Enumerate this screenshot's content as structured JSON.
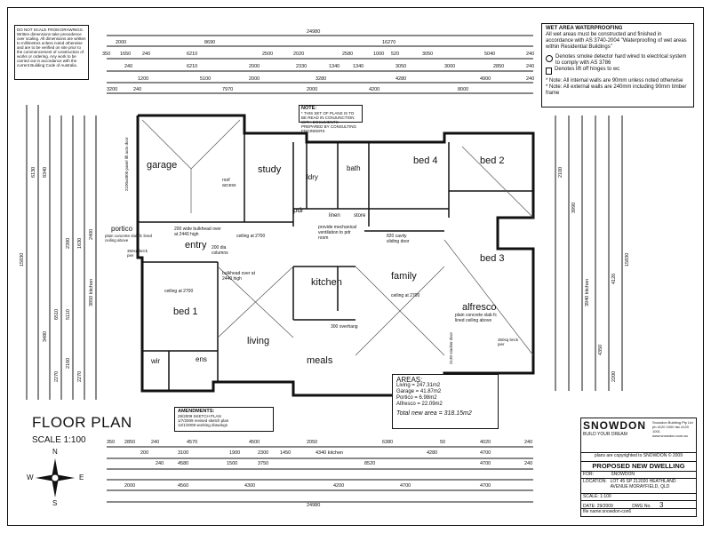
{
  "drawing": {
    "title": "FLOOR PLAN",
    "scale": "SCALE 1:100"
  },
  "disclaimer": "DO NOT SCALE FROM DRAWINGS. Written dimensions take precedence over scaling. All dimensions are written to millimetres unless noted otherwise and are to be verified on site prior to the commencement of construction of works or ordering. Any work to be carried out in accordance with the current Building Code of Australia.",
  "wet_area": {
    "heading": "WET AREA WATERPROOFING",
    "text": "All wet areas must be constructed and finished in accordance with AS 3740-2004 \"Waterproofing of wet areas within Residential Buildings\"",
    "legend": [
      "Denotes smoke detector hard wired to electrical system to comply with AS 3786",
      "Denotes lift off hinges to wc"
    ],
    "notes": [
      "* Note: All internal walls are 90mm unless noted otherwise",
      "* Note: All external walls are 240mm including 90mm timber frame"
    ]
  },
  "note_box": {
    "heading": "NOTE:",
    "text": "* THIS SET OF PLANS IS TO BE READ IN CONJUNCTION WITH DOCUMENTS PREPARED BY CONSULTING ENGINEERS"
  },
  "amendments": {
    "heading": "AMENDMENTS:",
    "lines": [
      "29/2009 SKETCH PLAN",
      "1/7/2009 revised sketch plan",
      "12/1/2009 working drawings"
    ]
  },
  "areas": {
    "heading": "AREAS:",
    "lines": [
      "Living = 247.31m2",
      "Garage = 41.87m2",
      "Portico = 6.98m2",
      "Alfresco = 22.09m2"
    ],
    "total": "Total new area = 318.15m2"
  },
  "rooms": {
    "garage": "garage",
    "study": "study",
    "ldry": "ldry",
    "bath": "bath",
    "bed4": "bed 4",
    "bed2": "bed 2",
    "bed3": "bed 3",
    "pdr": "pdr",
    "linen": "linen",
    "store": "store",
    "portico": "portico",
    "entry": "entry",
    "bed1": "bed 1",
    "wir": "wir",
    "ens": "ens",
    "living": "living",
    "kitchen": "kitchen",
    "family": "family",
    "alfresco": "alfresco",
    "meals": "meals"
  },
  "annotations": {
    "garage_ceiling": "2100x4800 panel lift auto door",
    "roof_access": "roof access",
    "portico_slab": "plain concrete slab fc lined ceiling above",
    "brick_pier": "350sq brick pier",
    "bulkhead_entry": "200 wide bulkhead over at 2440 high",
    "ceiling_2700": "ceiling at 2700",
    "cols": "200 dia columns",
    "bulkhead_living": "bulkhead over at 2440 high",
    "provide_vent": "provide mechanical ventilation to pdr room",
    "cavity_slider": "820 cavity sliding door",
    "alfresco_slab": "plain concrete slab fc lined ceiling above",
    "overhang": "300 overhang",
    "ceiling_family": "ceiling at 2700",
    "ceiling_bed1": "ceiling at 2700",
    "garage_door": "2130 stacker door",
    "brick_pier2": "350sq brick pier"
  },
  "top_dims": {
    "overall": "24980",
    "row1": [
      "2000",
      "8690",
      "16270"
    ],
    "row2": [
      "350",
      "1650",
      "240",
      "6210",
      "2500",
      "2020",
      "2580",
      "1000",
      "520",
      "3050",
      "5040",
      "240"
    ],
    "row3": [
      "240",
      "6210",
      "2000",
      "2330",
      "1340",
      "1340",
      "3050",
      "3000",
      "2850",
      "240"
    ],
    "row4": [
      "1200",
      "5100",
      "2000",
      "3280",
      "4280",
      "4900",
      "240"
    ],
    "row5": [
      "3200",
      "240",
      "7970",
      "2000",
      "4200",
      "8000"
    ]
  },
  "bottom_dims": {
    "overall": "24980",
    "row1": [
      "350",
      "2850",
      "240",
      "4570",
      "4500",
      "2050",
      "6380",
      "50",
      "4020",
      "240"
    ],
    "row2": [
      "240",
      "4580",
      "1500",
      "3750",
      "8520",
      "4700",
      "240"
    ],
    "row3": [
      "200",
      "3100",
      "1900",
      "2300",
      "1450",
      "4340 kitchen",
      "4280",
      "4700"
    ],
    "row4": [
      "2000",
      "4560",
      "4300",
      "4200",
      "4700",
      "4700"
    ]
  },
  "left_dims": [
    "15830",
    "6130",
    "8340",
    "6510",
    "2390",
    "1630",
    "2400",
    "3850 kitchen",
    "5110",
    "3480",
    "2270",
    "2160",
    "2270"
  ],
  "right_dims": [
    "15830",
    "2100",
    "3990",
    "3940 kitchen",
    "4350",
    "4120",
    "2200"
  ],
  "title_block": {
    "company": "SNOWDON",
    "tagline": "BUILD YOUR DREAM",
    "contact": "Snowdon Building Pty Ltd ph 4120 1000 fax 4120 1001 www.snowdon.com.au",
    "copyright": "plans are copyrighted to SNOWDON © 2009",
    "project": "PROPOSED NEW DWELLING",
    "for_label": "FOR:",
    "for_value": "SNOWDON",
    "location_label": "LOCATION:",
    "location_value": "LOT 45 SP 212020 HEATHLAND AVENUE MORAYFIELD, QLD",
    "scale_label": "SCALE: 1:100",
    "date_label": "DATE: 29/2009",
    "dwg_label": "DWG No.",
    "dwg_no": "3",
    "file": "file name:snowdon-con6"
  },
  "compass": {
    "n": "N",
    "s": "S",
    "e": "E",
    "w": "W"
  }
}
